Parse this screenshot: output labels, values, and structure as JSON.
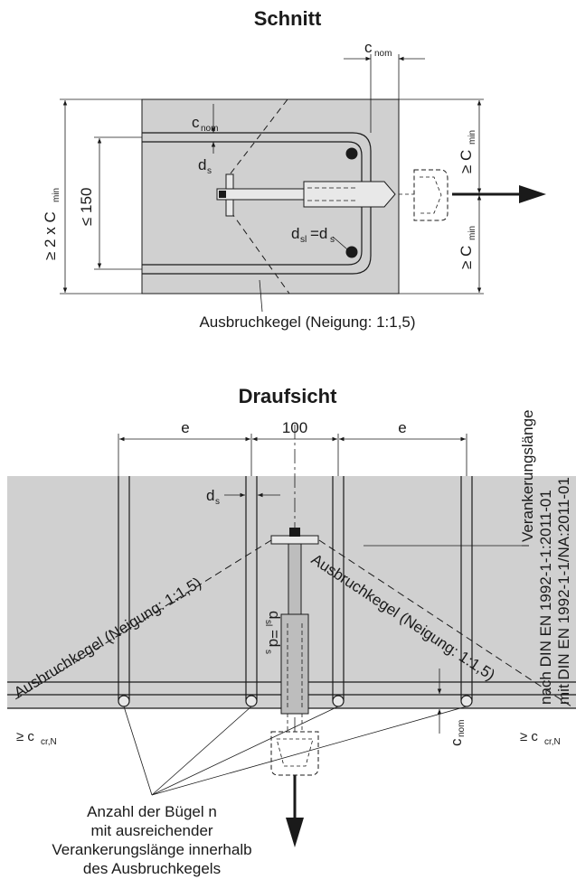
{
  "section": {
    "title": "Schnitt",
    "labels": {
      "c_nom_top": "c",
      "c_nom_top_sub": "nom",
      "c_nom_inner": "c",
      "c_nom_inner_sub": "nom",
      "d_s": "d",
      "d_s_sub": "s",
      "d_sl": "d",
      "d_sl_sub": "sl",
      "d_sl_eq": "=d",
      "d_sl_eq_sub": "s",
      "height_total": "≥ 2 x C",
      "height_total_sub": "min",
      "height_150": "≤ 150",
      "c_min_upper": "≥ C",
      "c_min_upper_sub": "min",
      "c_min_lower": "≥ C",
      "c_min_lower_sub": "min"
    },
    "caption": "Ausbruchkegel (Neigung: 1:1,5)"
  },
  "plan": {
    "title": "Draufsicht",
    "labels": {
      "e_left": "e",
      "dim_100": "100",
      "e_right": "e",
      "d_s": "d",
      "d_s_sub": "s",
      "d_sl_rot": "d",
      "d_sl_rot_sub": "sl",
      "d_sl_rot_eq": "=d",
      "d_sl_rot_eq_sub": "s",
      "cone_left": "Ausbruchkegel (Neigung: 1:1,5)",
      "cone_right": "Ausbruchkegel (Neigung: 1:1,5)",
      "anchor_line1": "Verankerungslänge",
      "anchor_line2": "nach DIN EN 1992-1-1:2011-01",
      "anchor_line3": "mit DIN EN 1992-1-1/NA:2011-01",
      "c_nom": "c",
      "c_nom_sub": "nom",
      "c_cr_left": "≥ c",
      "c_cr_left_sub": "cr,N",
      "c_cr_right": "≥ c",
      "c_cr_right_sub": "cr,N"
    },
    "caption": [
      "Anzahl der Bügel n",
      "mit ausreichender",
      "Verankerungslänge innerhalb",
      "des Ausbruchkegels"
    ]
  },
  "colors": {
    "concrete": "#d0d0d0",
    "line": "#1a1a1a",
    "rebar_dot": "#1a1a1a"
  }
}
